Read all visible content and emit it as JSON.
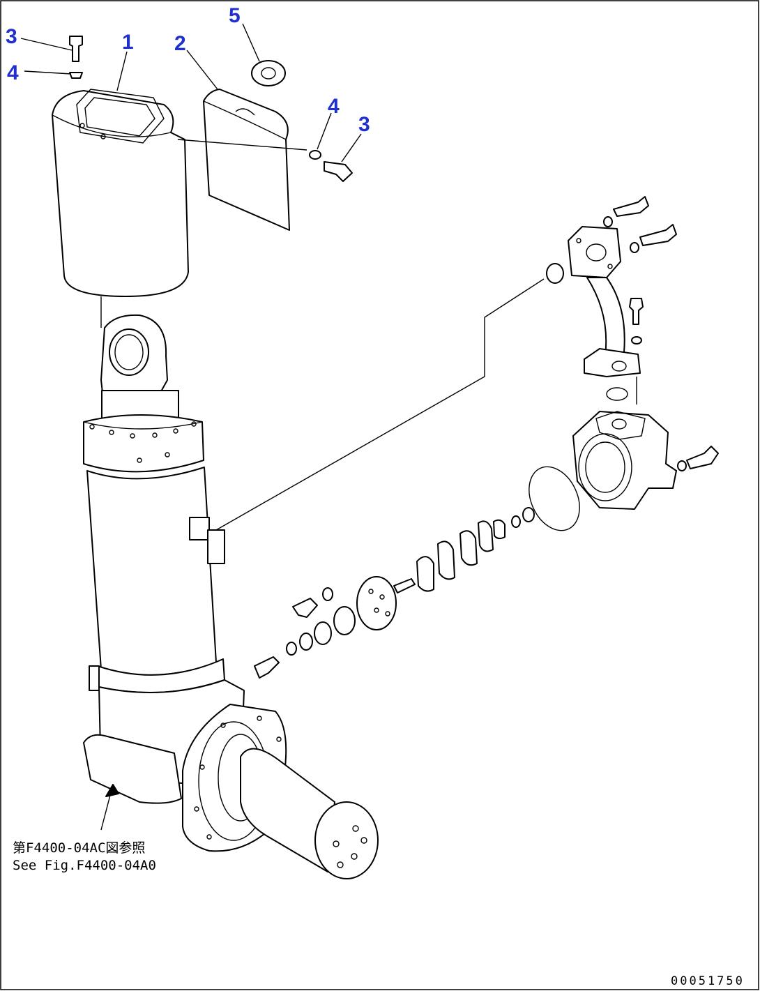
{
  "callouts": [
    {
      "id": "c3a",
      "text": "3"
    },
    {
      "id": "c4a",
      "text": "4"
    },
    {
      "id": "c1",
      "text": "1"
    },
    {
      "id": "c2",
      "text": "2"
    },
    {
      "id": "c5",
      "text": "5"
    },
    {
      "id": "c4b",
      "text": "4"
    },
    {
      "id": "c3b",
      "text": "3"
    }
  ],
  "reference_note": {
    "line1": "第F4400-04AC図参照",
    "line2": "See Fig.F4400-04A0"
  },
  "drawing_code": "00051750",
  "colors": {
    "callout": "#1f2fd0",
    "line": "#000000",
    "background": "#ffffff"
  }
}
